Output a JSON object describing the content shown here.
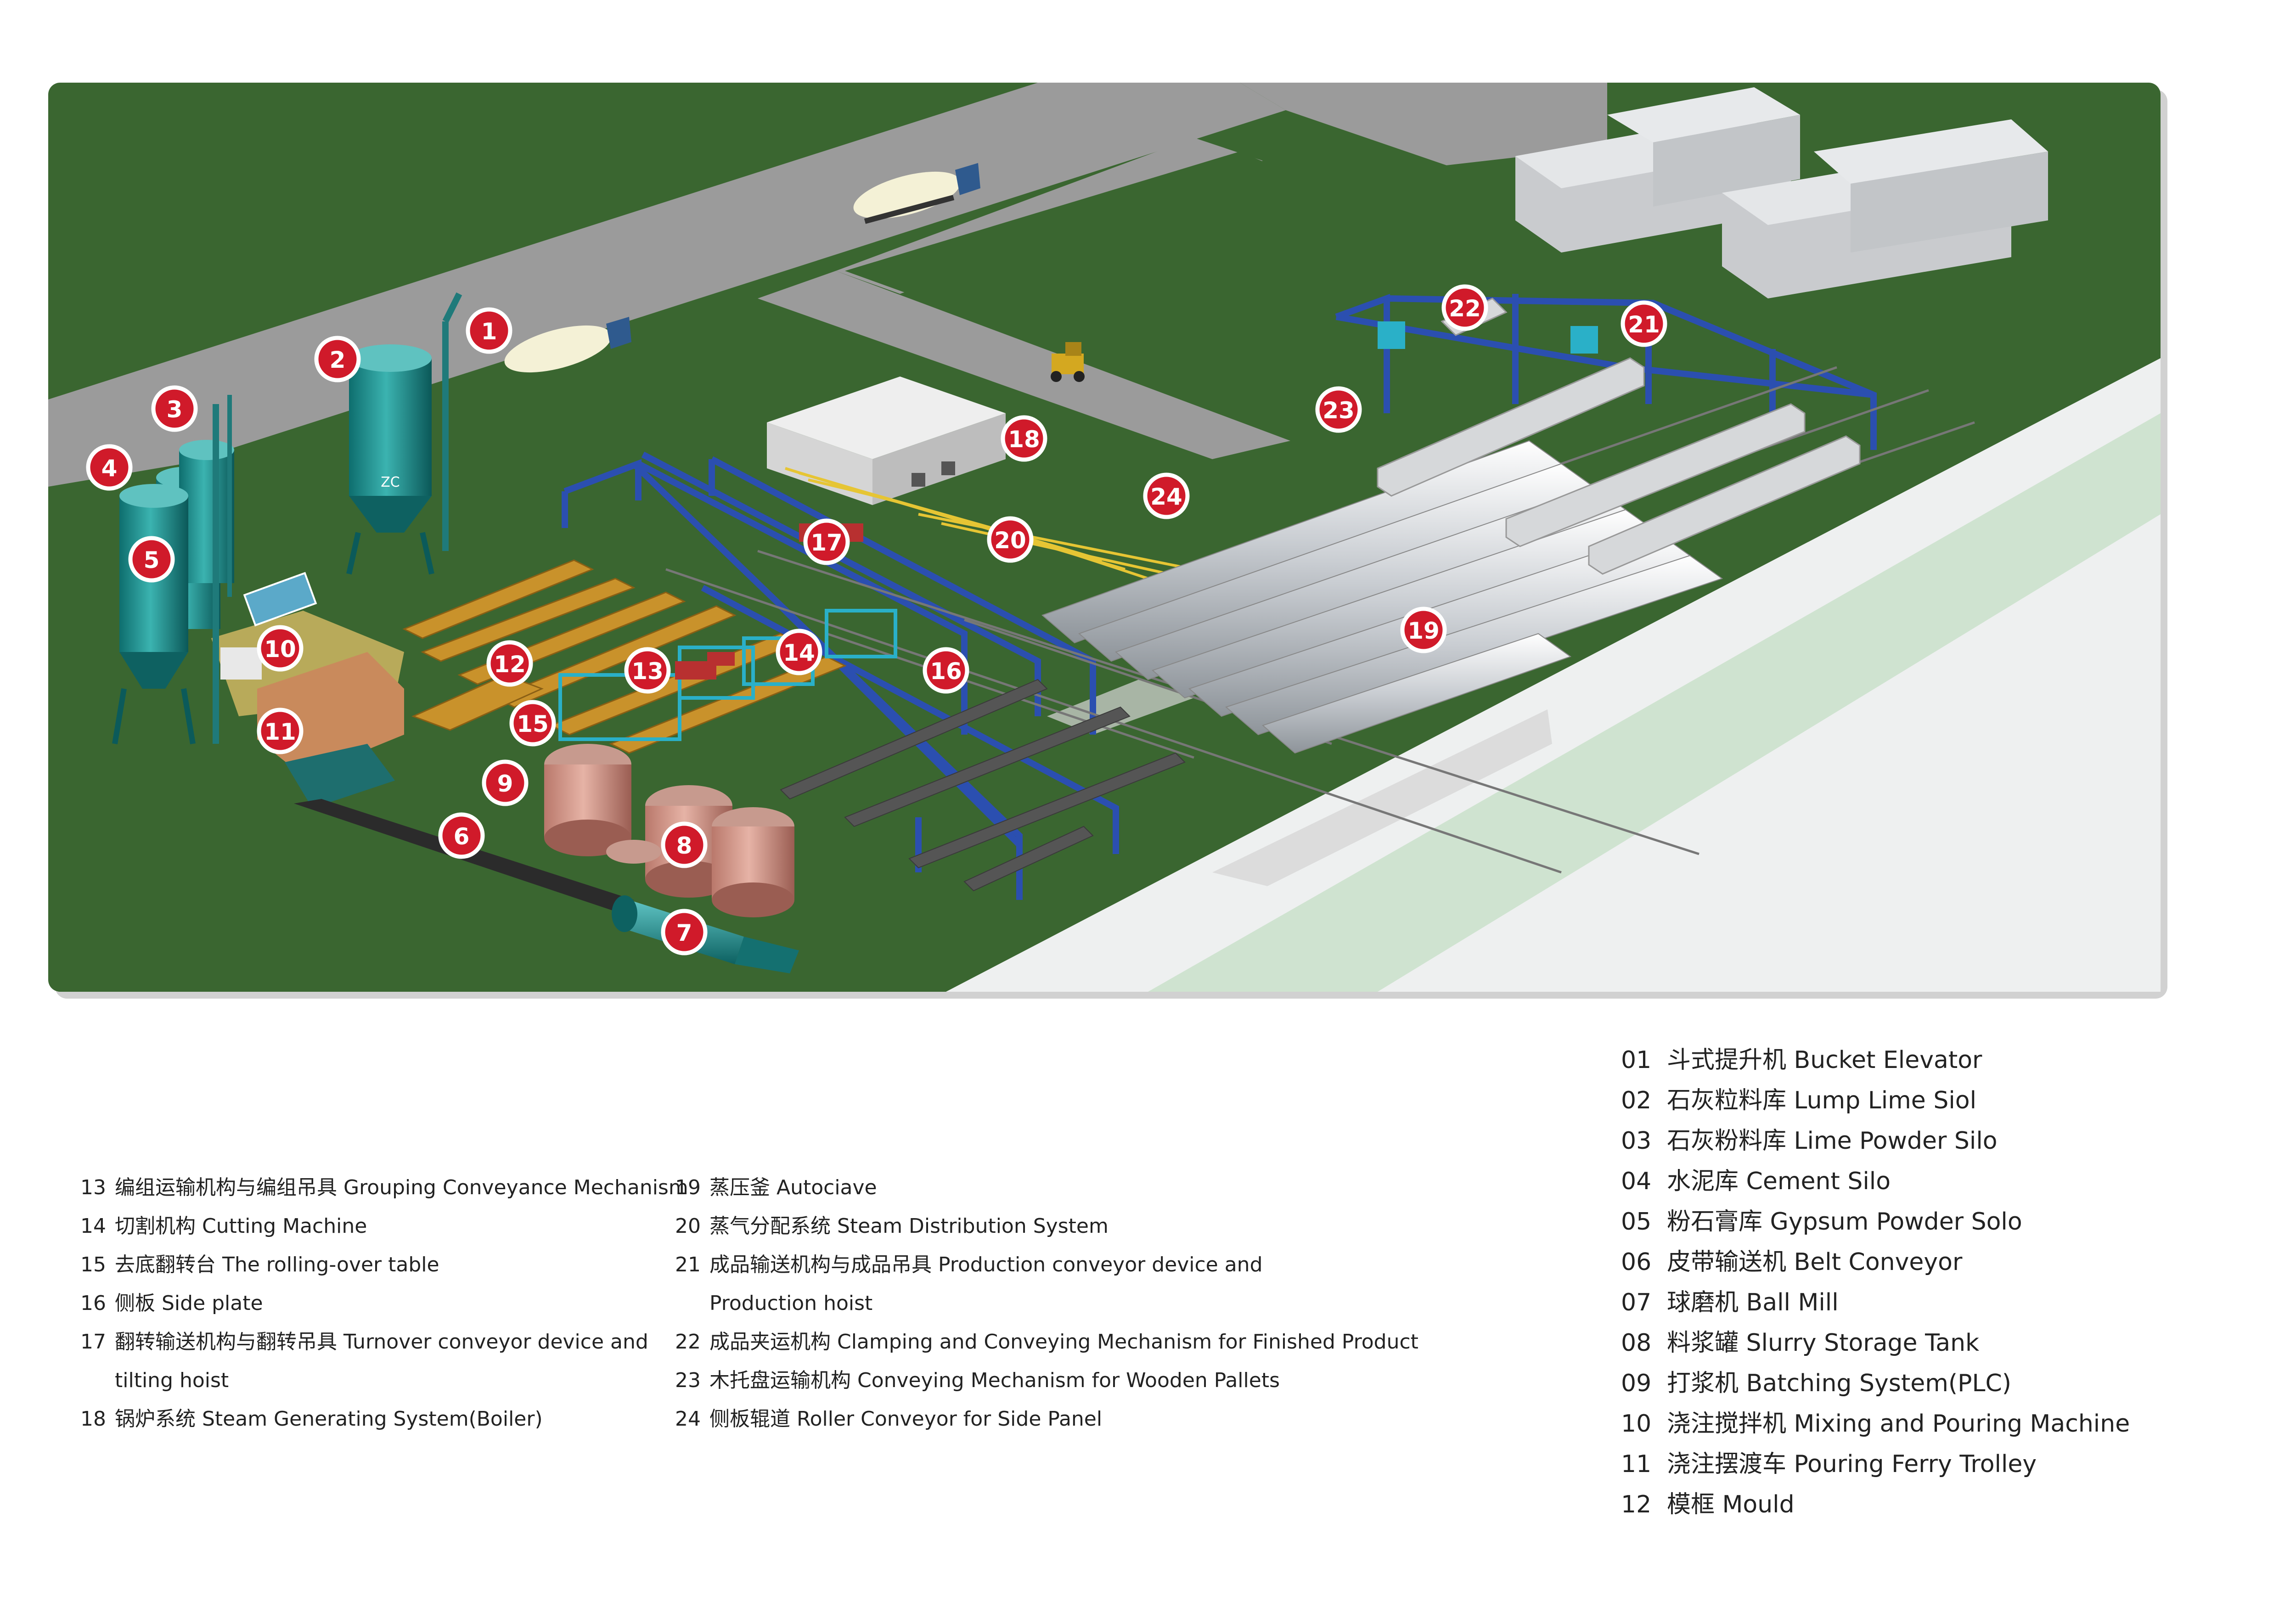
{
  "markers": [
    {
      "id": "1",
      "label": "1"
    },
    {
      "id": "2",
      "label": "2"
    },
    {
      "id": "3",
      "label": "3"
    },
    {
      "id": "4",
      "label": "4"
    },
    {
      "id": "5",
      "label": "5"
    },
    {
      "id": "6",
      "label": "6"
    },
    {
      "id": "7",
      "label": "7"
    },
    {
      "id": "8",
      "label": "8"
    },
    {
      "id": "9",
      "label": "9"
    },
    {
      "id": "10",
      "label": "10"
    },
    {
      "id": "11",
      "label": "11"
    },
    {
      "id": "12",
      "label": "12"
    },
    {
      "id": "13",
      "label": "13"
    },
    {
      "id": "14",
      "label": "14"
    },
    {
      "id": "15",
      "label": "15"
    },
    {
      "id": "16",
      "label": "16"
    },
    {
      "id": "17",
      "label": "17"
    },
    {
      "id": "18",
      "label": "18"
    },
    {
      "id": "19",
      "label": "19"
    },
    {
      "id": "20",
      "label": "20"
    },
    {
      "id": "21",
      "label": "21"
    },
    {
      "id": "22",
      "label": "22"
    },
    {
      "id": "23",
      "label": "23"
    },
    {
      "id": "24",
      "label": "24"
    }
  ],
  "silo_text": "ZC",
  "legend_right": [
    {
      "num": "01",
      "text": "斗式提升机  Bucket Elevator"
    },
    {
      "num": "02",
      "text": "石灰粒料库  Lump Lime Siol"
    },
    {
      "num": "03",
      "text": "石灰粉料库  Lime Powder Silo"
    },
    {
      "num": "04",
      "text": "水泥库  Cement Silo"
    },
    {
      "num": "05",
      "text": "粉石膏库  Gypsum Powder Solo"
    },
    {
      "num": "06",
      "text": "皮带输送机  Belt Conveyor"
    },
    {
      "num": "07",
      "text": "球磨机  Ball Mill"
    },
    {
      "num": "08",
      "text": "料浆罐  Slurry Storage Tank"
    },
    {
      "num": "09",
      "text": "打浆机  Batching System(PLC)"
    },
    {
      "num": "10",
      "text": "浇注搅拌机  Mixing and Pouring Machine"
    },
    {
      "num": "11",
      "text": "浇注摆渡车  Pouring Ferry Trolley"
    },
    {
      "num": "12",
      "text": "模框  Mould"
    }
  ],
  "legend_left": {
    "13": {
      "num": "13",
      "text": "编组运输机构与编组吊具  Grouping Conveyance Mechanism"
    },
    "14": {
      "num": "14",
      "text": "切割机构  Cutting Machine"
    },
    "15": {
      "num": "15",
      "text": "去底翻转台  The rolling-over table"
    },
    "16": {
      "num": "16",
      "text": "侧板  Side plate"
    },
    "17": {
      "num": "17",
      "text": "翻转输送机构与翻转吊具   Turnover conveyor device and",
      "cont": "tilting hoist"
    },
    "18": {
      "num": "18",
      "text": "锅炉系统  Steam Generating System(Boiler)"
    }
  },
  "legend_mid": {
    "19": {
      "num": "19",
      "text": "蒸压釜  Autociave"
    },
    "20": {
      "num": "20",
      "text": "蒸气分配系统  Steam Distribution System"
    },
    "21": {
      "num": "21",
      "text": "成品输送机构与成品吊具 Production conveyor device and",
      "cont": "Production hoist"
    },
    "22": {
      "num": "22",
      "text": "成品夹运机构  Clamping and Conveying Mechanism for Finished Product"
    },
    "23": {
      "num": "23",
      "text": "木托盘运输机构  Conveying Mechanism for Wooden Pallets"
    },
    "24": {
      "num": "24",
      "text": "侧板辊道  Roller Conveyor for Side Panel"
    }
  }
}
